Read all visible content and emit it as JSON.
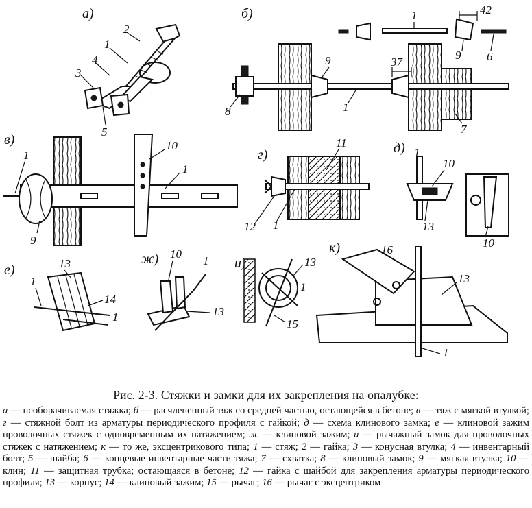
{
  "figure": {
    "subfigure_labels": {
      "a": "а)",
      "b": "б)",
      "v": "в)",
      "g": "г)",
      "d": "д)",
      "e": "е)",
      "zh": "ж)",
      "i": "и)",
      "k": "к)"
    },
    "callouts": {
      "a": [
        "1",
        "2",
        "3",
        "4",
        "5"
      ],
      "b": [
        "1",
        "42",
        "9",
        "6",
        "9",
        "37",
        "8",
        "1",
        "7"
      ],
      "v": [
        "1",
        "10",
        "1",
        "9"
      ],
      "g": [
        "11",
        "12",
        "1"
      ],
      "d": [
        "1",
        "10",
        "13",
        "10"
      ],
      "e": [
        "13",
        "1",
        "14",
        "1"
      ],
      "zh": [
        "10",
        "1",
        "13"
      ],
      "i": [
        "13",
        "1",
        "15"
      ],
      "k": [
        "16",
        "13",
        "1"
      ]
    }
  },
  "caption": {
    "title": "Рис. 2-3. Стяжки и замки для их закрепления на опалубке:",
    "legend": [
      {
        "key": "а",
        "text": "необорачиваемая стяжка;"
      },
      {
        "key": "б",
        "text": "расчлененный тяж со средней частью, остающейся в бетоне;"
      },
      {
        "key": "в",
        "text": "тяж с мягкой втулкой;"
      },
      {
        "key": "г",
        "text": "стяжной болт из арматуры периодического профиля с гайкой;"
      },
      {
        "key": "д",
        "text": "схема клинового замка;"
      },
      {
        "key": "е",
        "text": "клиновой зажим проволочных стяжек с одновременным их натяжением;"
      },
      {
        "key": "ж",
        "text": "клиновой зажим;"
      },
      {
        "key": "и",
        "text": "рычажный замок для проволочных стяжек с натяжением;"
      },
      {
        "key": "к",
        "text": "то же, эксцентрикового типа;"
      },
      {
        "key": "1",
        "text": "стяж;"
      },
      {
        "key": "2",
        "text": "гайка;"
      },
      {
        "key": "3",
        "text": "конусная втулка;"
      },
      {
        "key": "4",
        "text": "инвентарный болт;"
      },
      {
        "key": "5",
        "text": "шайба;"
      },
      {
        "key": "6",
        "text": "концевые инвентарные части тяжа;"
      },
      {
        "key": "7",
        "text": "схватка;"
      },
      {
        "key": "8",
        "text": "клиновый замок;"
      },
      {
        "key": "9",
        "text": "мягкая втулка;"
      },
      {
        "key": "10",
        "text": "клин;"
      },
      {
        "key": "11",
        "text": "защитная трубка; остающаяся в бетоне;"
      },
      {
        "key": "12",
        "text": "гайка с шайбой для закрепления арматуры периодического профиля;"
      },
      {
        "key": "13",
        "text": "корпус;"
      },
      {
        "key": "14",
        "text": "клиновый зажим;"
      },
      {
        "key": "15",
        "text": "рычаг;"
      },
      {
        "key": "16",
        "text": "рычаг с эксцентриком"
      }
    ]
  }
}
